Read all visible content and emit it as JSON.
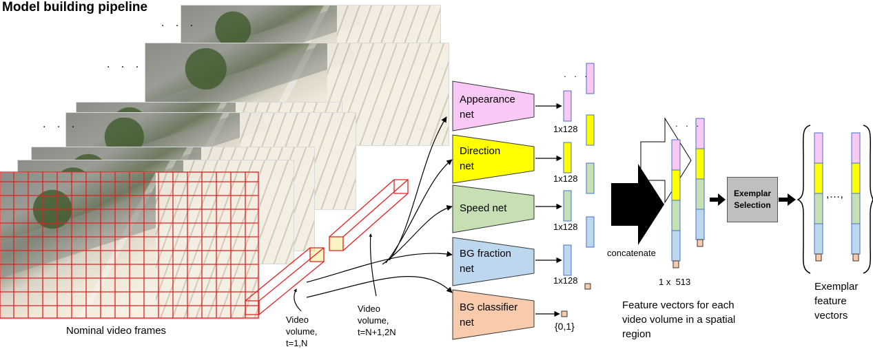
{
  "title": "Model building pipeline",
  "frames": {
    "caption": "Nominal video frames",
    "ellipsis": ". . ."
  },
  "volumes": {
    "v1": "Video\nvolume,\nt=1,N",
    "v2": "Video\nvolume,\nt=N+1,2N"
  },
  "nets": [
    {
      "label": "Appearance\nnet",
      "color": "#f9c8f5"
    },
    {
      "label": "Direction\nnet",
      "color": "#ffff00"
    },
    {
      "label": "Speed net",
      "color": "#c6e0b4"
    },
    {
      "label": "BG fraction\nnet",
      "color": "#bdd7ee"
    },
    {
      "label": "BG classifier\nnet",
      "color": "#f8cbad"
    }
  ],
  "outputs": {
    "dim": "1x128",
    "bg_out": "{0,1}",
    "ellipsis": ". . ."
  },
  "concat": {
    "label": "concatenate",
    "size": "1 x  513",
    "caption": "Feature vectors for each\nvideo volume in a spatial\nregion"
  },
  "exemplar": {
    "box": "Exemplar\nSelection",
    "separator": ",…,",
    "caption": "Exemplar\nfeature\nvectors"
  },
  "colors": {
    "grid": "#e02020",
    "vol": "#e02020",
    "arrow": "#000000",
    "pink": "#f9c8f5",
    "yellow": "#ffff00",
    "green": "#c6e0b4",
    "blue": "#bdd7ee",
    "orange": "#f8cbad"
  }
}
